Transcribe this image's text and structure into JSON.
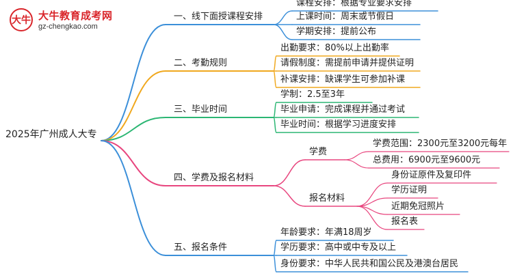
{
  "logo": {
    "title": "大牛教育成考网",
    "url": "gz-chengkao.com",
    "mark_text": "大牛"
  },
  "mindmap": {
    "root": "2025年广州成人大专",
    "branches": [
      {
        "label": "一、线下面授课程安排",
        "color": "#3b8fd9",
        "children": [
          {
            "label": "课程安排：根据专业要求安排"
          },
          {
            "label": "上课时间：周末或节假日"
          },
          {
            "label": "学期安排：提前公布"
          }
        ]
      },
      {
        "label": "二、考勤规则",
        "color": "#f0a81e",
        "children": [
          {
            "label": "出勤要求：80%以上出勤率"
          },
          {
            "label": "请假制度：需提前申请并提供证明"
          },
          {
            "label": "补课安排：缺课学生可参加补课"
          }
        ]
      },
      {
        "label": "三、毕业时间",
        "color": "#2bb673",
        "children": [
          {
            "label": "学制：2.5至3年"
          },
          {
            "label": "毕业申请：完成课程并通过考试"
          },
          {
            "label": "毕业时间：根据学习进度安排"
          }
        ]
      },
      {
        "label": "四、学费及报名材料",
        "color": "#e8457e",
        "children": [
          {
            "label": "学费",
            "children": [
              {
                "label": "学费范围：2300元至3200元每年"
              },
              {
                "label": "总费用：6900元至9600元"
              }
            ]
          },
          {
            "label": "报名材料",
            "children": [
              {
                "label": "身份证原件及复印件"
              },
              {
                "label": "学历证明"
              },
              {
                "label": "近期免冠照片"
              },
              {
                "label": "报名表"
              }
            ]
          }
        ]
      },
      {
        "label": "五、报名条件",
        "color": "#3b8fd9",
        "children": [
          {
            "label": "年龄要求：年满18周岁"
          },
          {
            "label": "学历要求：高中或中专及以上"
          },
          {
            "label": "身份要求：中华人民共和国公民及港澳台居民"
          }
        ]
      }
    ]
  }
}
